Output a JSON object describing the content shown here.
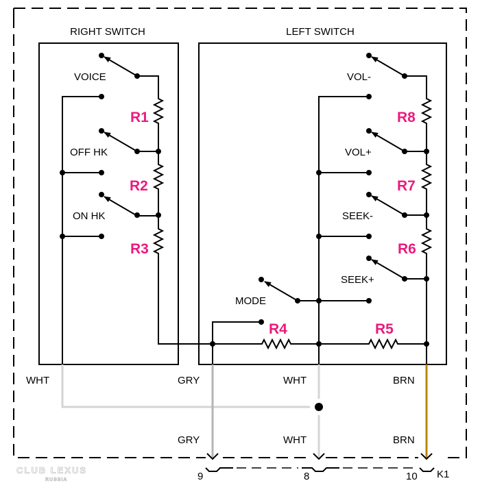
{
  "diagram": {
    "type": "wiring-schematic",
    "modules": {
      "right_switch": {
        "title": "RIGHT SWITCH",
        "switches": [
          {
            "label": "VOICE"
          },
          {
            "label": "OFF HK"
          },
          {
            "label": "ON HK"
          }
        ],
        "resistors": [
          "R1",
          "R2",
          "R3"
        ]
      },
      "left_switch": {
        "title": "LEFT SWITCH",
        "switches": [
          {
            "label": "VOL-"
          },
          {
            "label": "VOL+"
          },
          {
            "label": "SEEK-"
          },
          {
            "label": "SEEK+"
          },
          {
            "label": "MODE"
          }
        ],
        "resistors": [
          "R8",
          "R7",
          "R6",
          "R4",
          "R5"
        ]
      }
    },
    "wires": [
      {
        "upper_label": "WHT",
        "color": "#d4d4d4"
      },
      {
        "upper_label": "GRY",
        "lower_label": "GRY",
        "color": "#b4b4b4"
      },
      {
        "upper_label": "WHT",
        "lower_label": "WHT",
        "color": "#d4d4d4"
      },
      {
        "upper_label": "BRN",
        "lower_label": "BRN",
        "color": "#b8860b"
      }
    ],
    "connector": {
      "name": "K1",
      "pins": [
        "9",
        "8",
        "10"
      ]
    },
    "colors": {
      "resistor_label": "#ec1a7c",
      "line": "#000000"
    },
    "watermark": {
      "line1": "CLUB LEXUS",
      "line2": "RUSSIA"
    }
  }
}
